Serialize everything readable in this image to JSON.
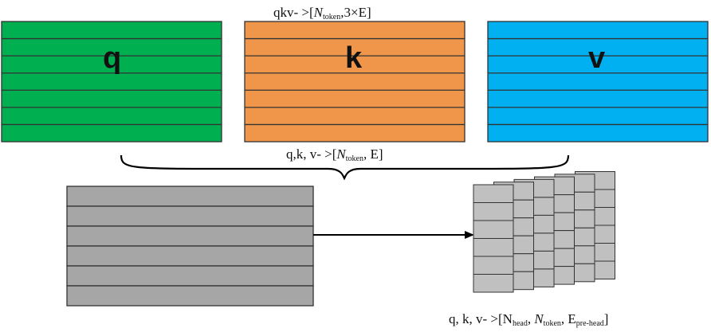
{
  "labels": {
    "top_shape": {
      "prefix": "qkv- >[",
      "n_main": "N",
      "n_sub": "token",
      "sep": ",",
      "mult": "3×E",
      "suffix": "]"
    },
    "mid_shape": {
      "prefix": "q,k, v- >[",
      "n_main": "N",
      "n_sub": "token",
      "sep": ", E]"
    },
    "bottom_shape": {
      "prefix": "q, k, v- >[N",
      "head_sub": "head",
      "sep1": ", ",
      "n_main": "N",
      "n_sub": "token",
      "sep2": ", E",
      "pre_sub": "pre-head",
      "suffix": "]"
    }
  },
  "blocks": [
    {
      "letter": "q",
      "color": "#00b050",
      "rows": 7
    },
    {
      "letter": "k",
      "color": "#f0964a",
      "rows": 7
    },
    {
      "letter": "v",
      "color": "#00b0f0",
      "rows": 7
    }
  ],
  "merged": {
    "color": "#a6a6a6",
    "rows": 6
  },
  "heads": {
    "color": "#c0c0c0",
    "count": 6,
    "rows": 6
  }
}
